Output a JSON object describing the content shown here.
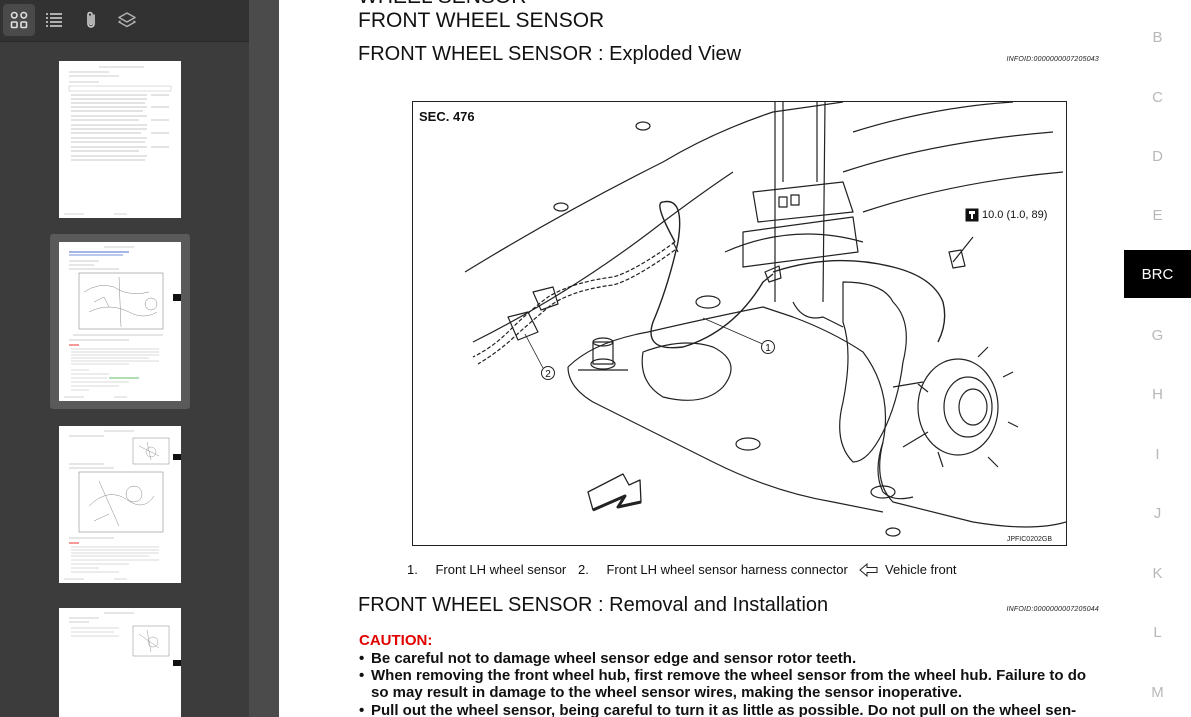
{
  "toolbar": {
    "buttons": [
      {
        "icon": "grid-icon"
      },
      {
        "icon": "list-icon"
      },
      {
        "icon": "paperclip-icon"
      },
      {
        "icon": "layers-icon"
      }
    ]
  },
  "document": {
    "heading_cut": "WHEEL SENSOR",
    "title": "FRONT WHEEL SENSOR",
    "exploded_title": "FRONT WHEEL SENSOR : Exploded View",
    "exploded_info": "INFOID:0000000007205043",
    "figure": {
      "section": "SEC. 476",
      "torque": "10.0 (1.0, 89)",
      "callout_1": "1",
      "callout_2": "2",
      "figure_id": "JPFIC0202GB"
    },
    "legend": [
      {
        "num": "1.",
        "text": "Front LH wheel sensor"
      },
      {
        "num": "2.",
        "text": "Front LH wheel sensor harness connector"
      },
      {
        "num": "",
        "text": "Vehicle front"
      }
    ],
    "removal_title": "FRONT WHEEL SENSOR : Removal and Installation",
    "removal_info": "INFOID:0000000007205044",
    "caution_label": "CAUTION:",
    "bullets": [
      {
        "lines": [
          "Be careful not to damage wheel sensor edge and sensor rotor teeth."
        ]
      },
      {
        "lines": [
          "When removing the front wheel hub, first remove the wheel sensor from the wheel hub. Failure to do",
          "so may result in damage to the wheel sensor wires, making the sensor inoperative."
        ]
      },
      {
        "lines": [
          "Pull out the wheel sensor, being careful to turn it as little as possible. Do not pull on the wheel sen-"
        ]
      }
    ]
  },
  "tabs": {
    "items": [
      "B",
      "C",
      "D",
      "E",
      "BRC",
      "G",
      "H",
      "I",
      "J",
      "K",
      "L",
      "M"
    ],
    "active": "BRC"
  },
  "colors": {
    "caution": "#e00000",
    "active_tab_bg": "#000000",
    "sidebar_bg": "#3c3c3c"
  }
}
